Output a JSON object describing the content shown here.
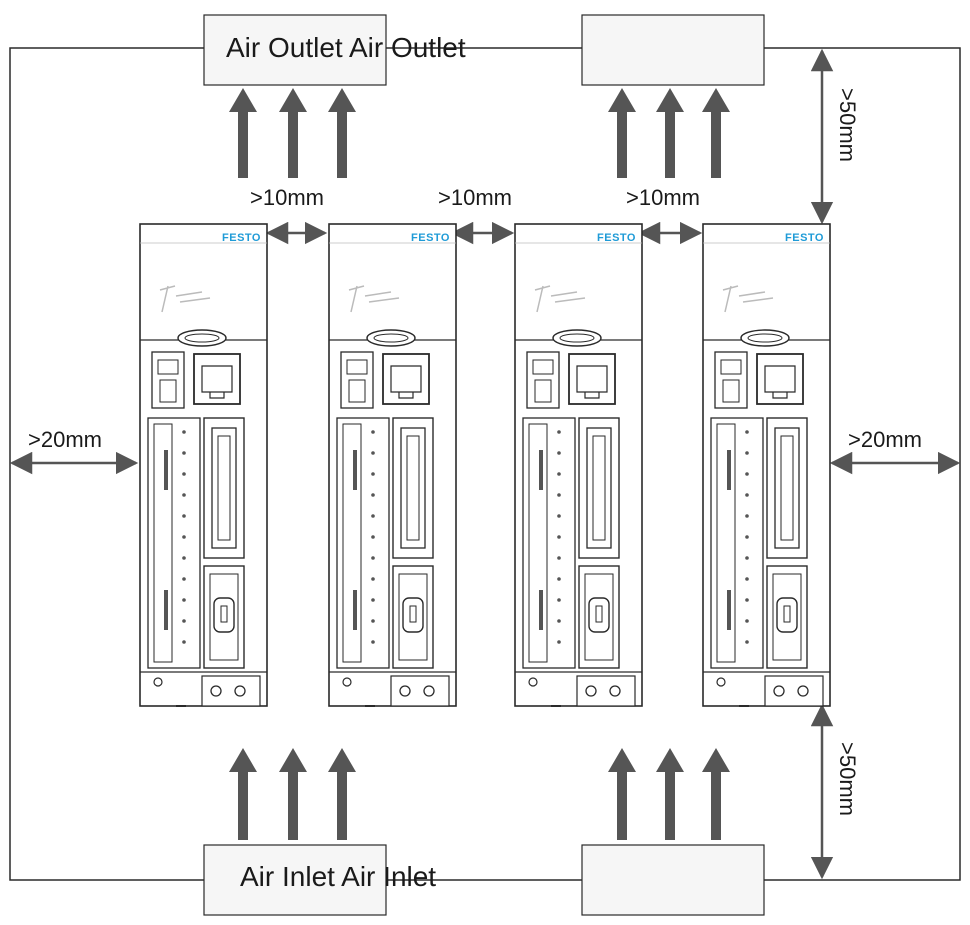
{
  "labels": {
    "outlet_text": "Air Outlet Air Outlet",
    "inlet_text": "Air Inlet Air Inlet",
    "gap_10mm": ">10mm",
    "gap_20mm": ">20mm",
    "gap_50mm": ">50mm"
  },
  "drive": {
    "brand": "FESTO",
    "count": 4
  },
  "colors": {
    "outline": "#2a2a2a",
    "arrow": "#555555",
    "brand": "#1f9bd7",
    "box_fill": "#f6f6f6"
  }
}
